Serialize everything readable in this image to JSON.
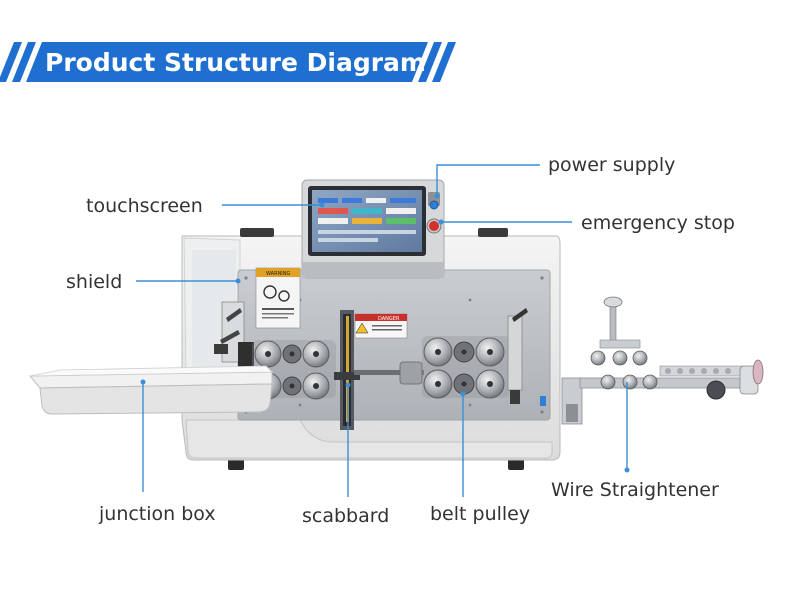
{
  "header": {
    "title": "Product Structure Diagram"
  },
  "labels": {
    "power_supply": "power supply",
    "touchscreen": "touchscreen",
    "emergency_stop": "emergency stop",
    "shield": "shield",
    "junction_box": "junction box",
    "scabbard": "scabbard",
    "belt_pulley": "belt pulley",
    "wire_straightener": "Wire Straightener"
  },
  "machine_text": {
    "warning_badge": "WARNING",
    "danger_badge": "DANGER"
  },
  "colors": {
    "banner_blue": "#1f6fd1",
    "leader_blue": "#3a8fd8",
    "label_text": "#333333"
  }
}
